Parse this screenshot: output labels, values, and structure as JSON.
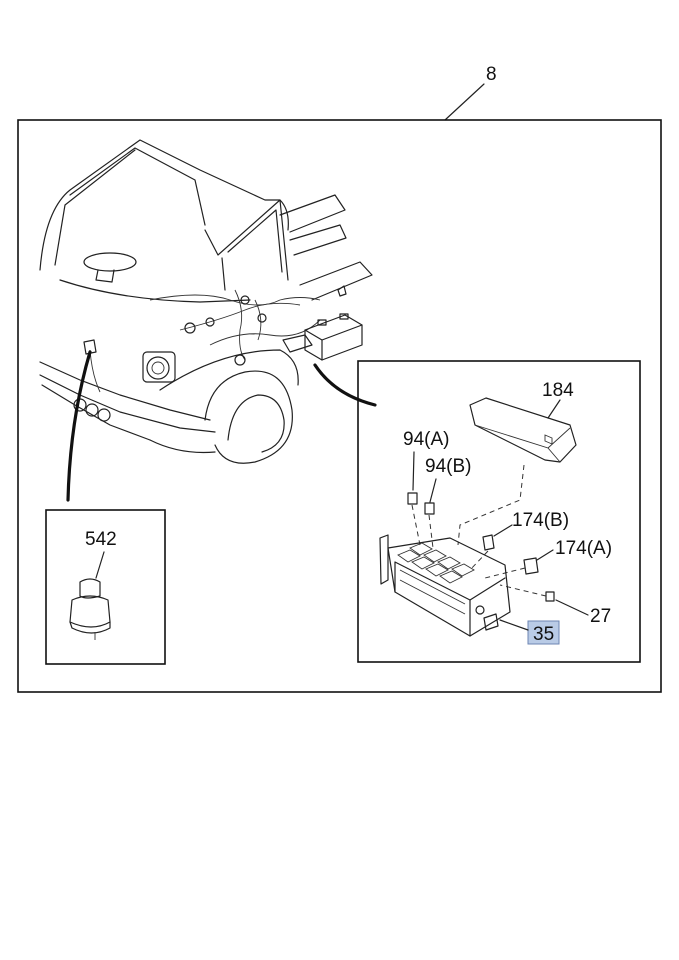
{
  "watermark": "",
  "labels": {
    "assembly": "8",
    "reservoir": "542",
    "fuse_cover": "184",
    "fuse_a": "94(A)",
    "fuse_b": "94(B)",
    "relay_b": "174(B)",
    "relay_a": "174(A)",
    "fuse_small": "27",
    "fuse_box": "35"
  },
  "highlight": {
    "label": "35",
    "color": "#b9cbe6"
  }
}
